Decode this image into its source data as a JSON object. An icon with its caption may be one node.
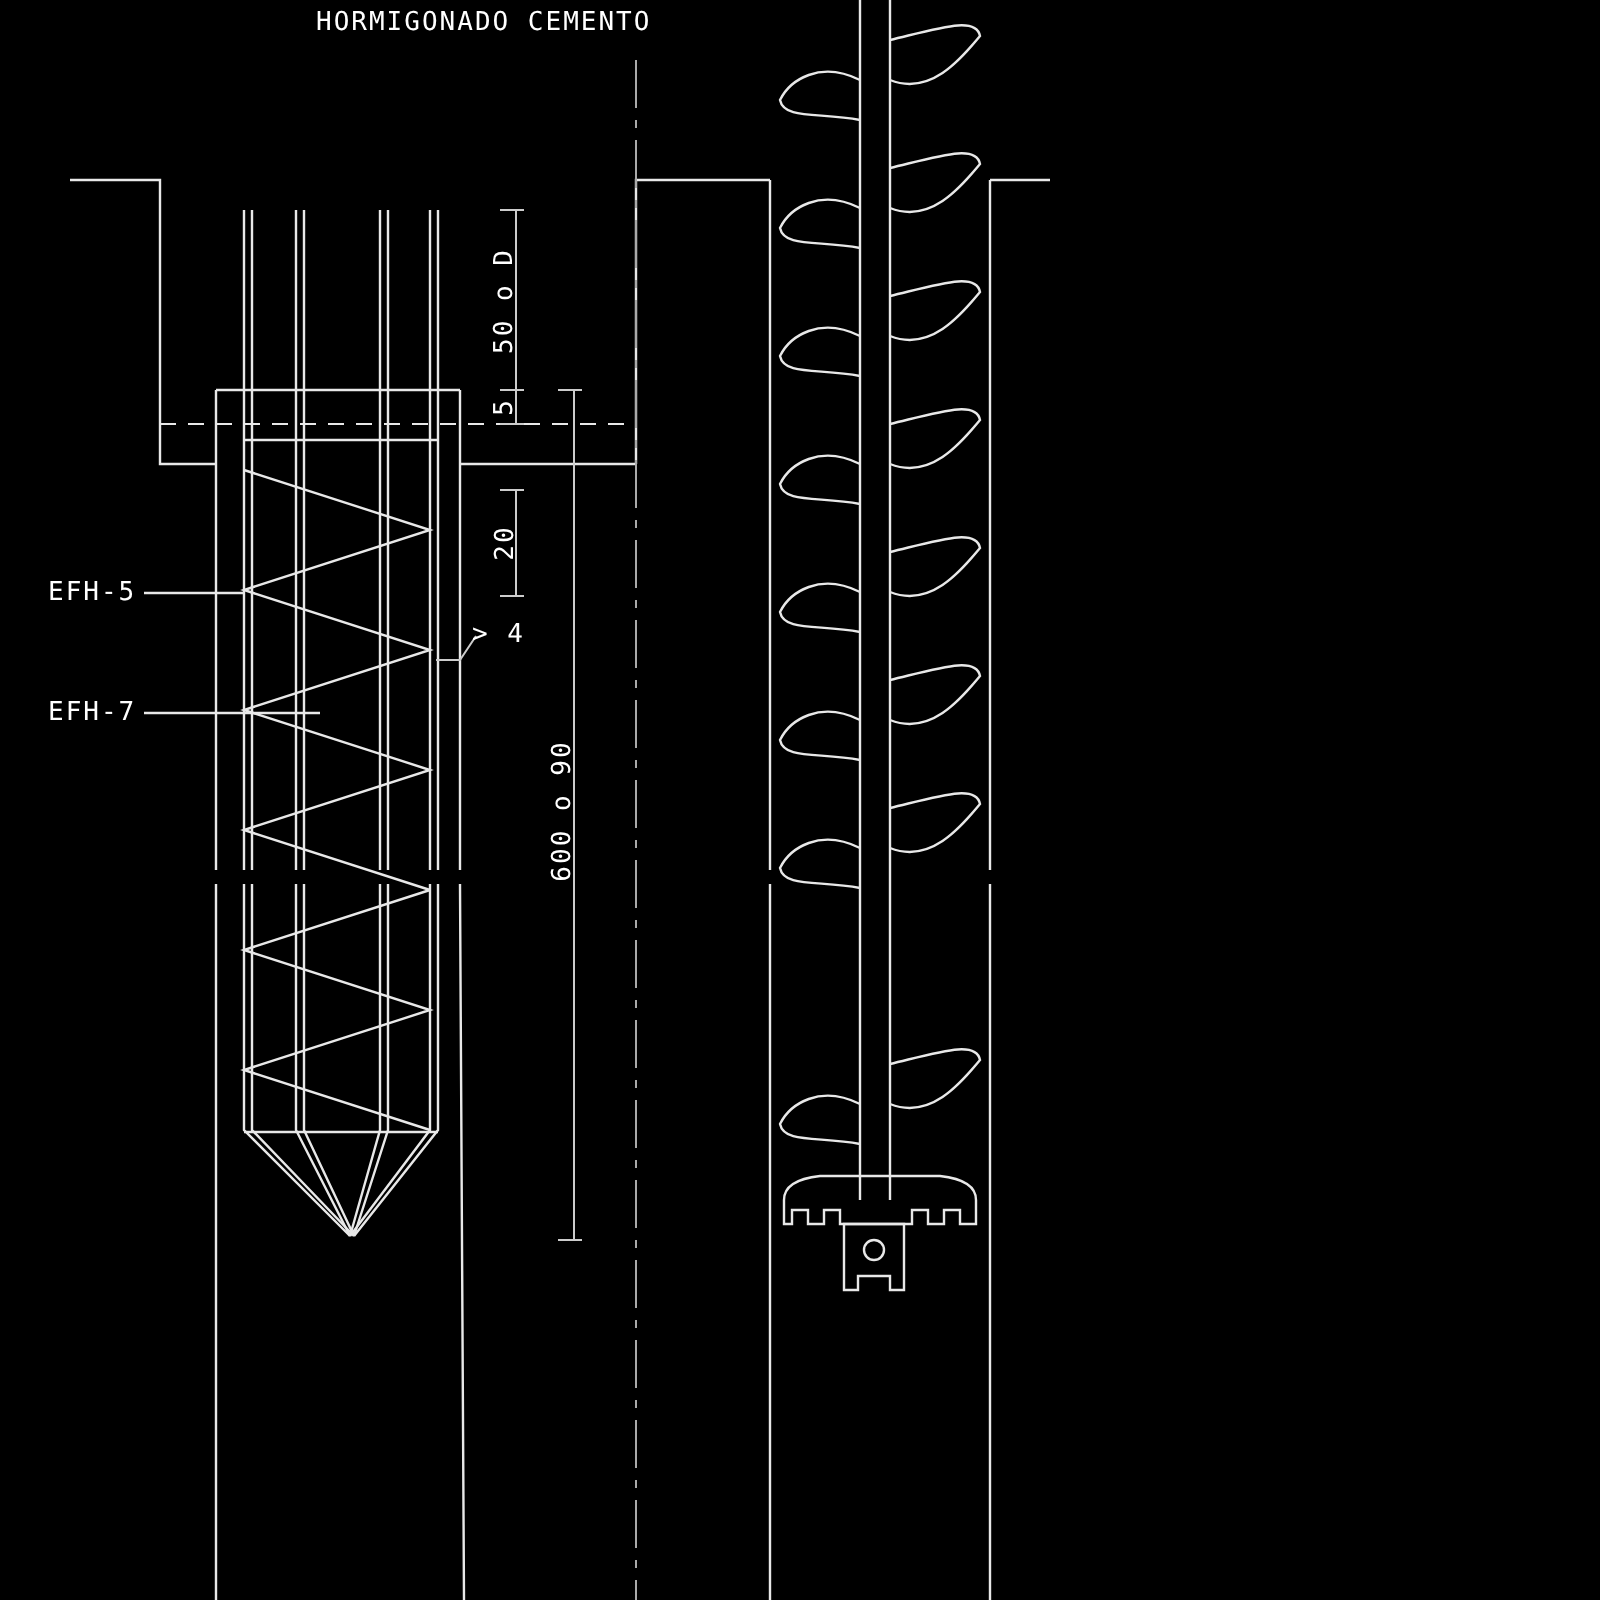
{
  "diagram": {
    "nodes": [
      {
        "text": [
          "EFH-5"
        ]
      },
      {
        "text": [
          "EFH-7"
        ]
      }
    ],
    "edges": [
      {
        "from": 0,
        "to": null,
        "arrow": "none"
      },
      {
        "from": 1,
        "to": null,
        "arrow": "none"
      }
    ],
    "labels": [
      "HORMIGONADO CEMENTO",
      "50 o D",
      "5",
      "20",
      "> 4",
      "600 o 90"
    ]
  }
}
